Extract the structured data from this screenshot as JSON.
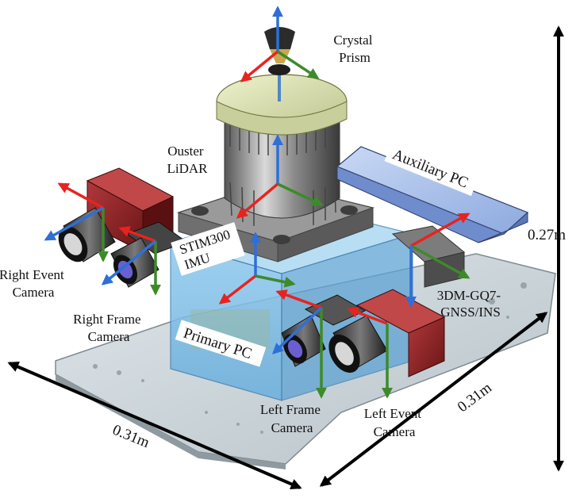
{
  "labels": {
    "crystal_prism": [
      "Crystal",
      "Prism"
    ],
    "ouster_lidar": [
      "Ouster",
      "LiDAR"
    ],
    "auxiliary_pc": "Auxiliary PC",
    "stim300_imu": [
      "STIM300",
      "IMU"
    ],
    "right_event_camera": [
      "Right Event",
      "Camera"
    ],
    "right_frame_camera": [
      "Right Frame",
      "Camera"
    ],
    "primary_pc": "Primary PC",
    "gnss_ins": [
      "3DM-GQ7-",
      "GNSS/INS"
    ],
    "left_frame_camera": [
      "Left Frame",
      "Camera"
    ],
    "left_event_camera": [
      "Left Event",
      "Camera"
    ]
  },
  "dimensions": {
    "height": "0.27m",
    "depth": "0.31m",
    "width": "0.31m"
  },
  "colors": {
    "axis_x": "#e8231f",
    "axis_y": "#3d8a2a",
    "axis_z": "#2f6fd6"
  }
}
